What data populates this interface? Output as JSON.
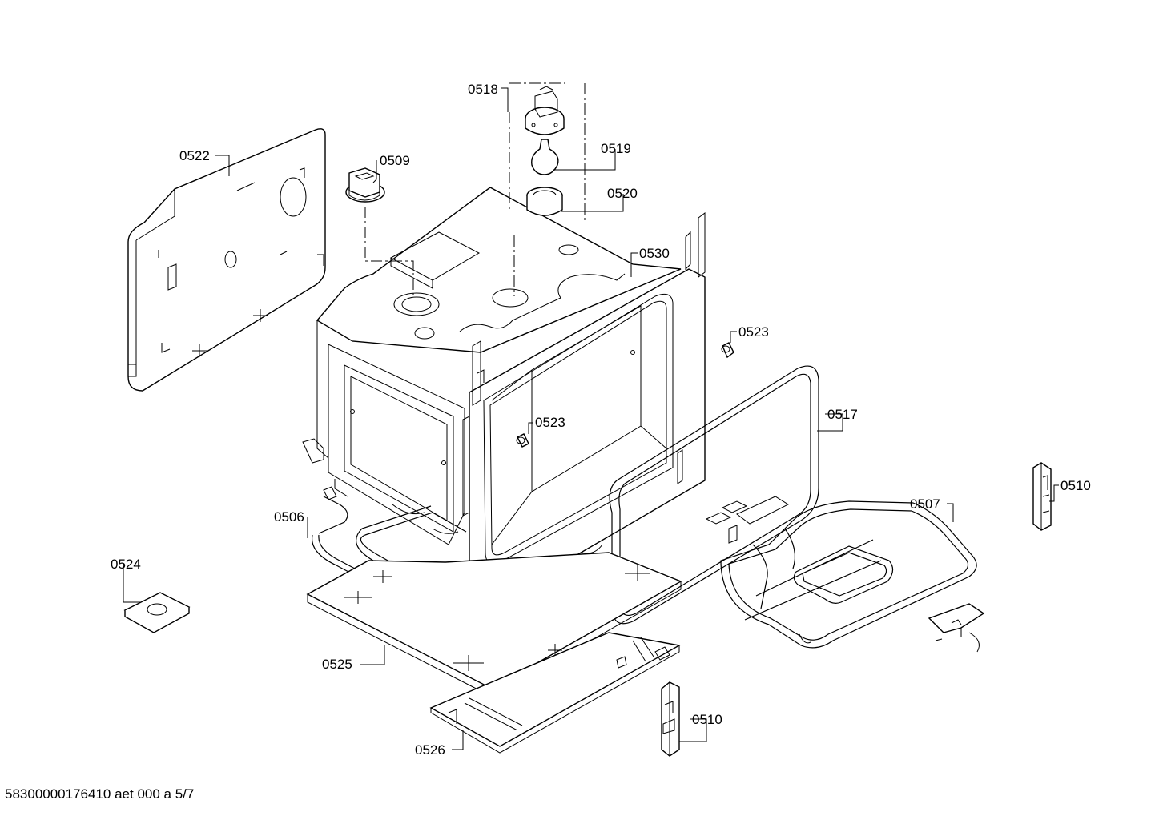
{
  "diagram": {
    "labels": {
      "p0518": "0518",
      "p0519": "0519",
      "p0520": "0520",
      "p0509": "0509",
      "p0522": "0522",
      "p0530": "0530",
      "p0523a": "0523",
      "p0523b": "0523",
      "p0517": "0517",
      "p0510a": "0510",
      "p0507": "0507",
      "p0506": "0506",
      "p0524": "0524",
      "p0525": "0525",
      "p0526": "0526",
      "p0510b": "0510"
    },
    "footer": "58300000176410 aet 000 a 5/7"
  }
}
